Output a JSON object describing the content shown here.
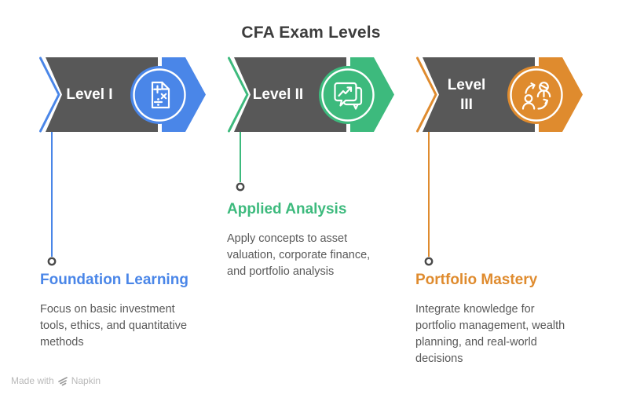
{
  "title": "CFA Exam Levels",
  "levels": [
    {
      "label": "Level I",
      "heading": "Foundation Learning",
      "body": "Focus on basic investment\ntools, ethics, and quantitative\nmethods",
      "accent_color": "#4A86E8",
      "icon": "math-document-icon"
    },
    {
      "label": "Level II",
      "heading": "Applied Analysis",
      "body": "Apply concepts to asset\nvaluation, corporate finance,\nand portfolio analysis",
      "accent_color": "#3DBA7D",
      "icon": "chat-trend-icon"
    },
    {
      "label": "Level\nIII",
      "heading": "Portfolio Mastery",
      "body": "Integrate knowledge for\nportfolio management, wealth\nplanning, and real-world\ndecisions",
      "accent_color": "#DF8B2E",
      "icon": "people-exchange-icon"
    }
  ],
  "colors": {
    "arrow_body_gray": "#585858",
    "title_text": "#3D3D3D",
    "body_text": "#595959",
    "connector_dot_stroke": "#4A4A4A",
    "watermark_text": "#B9B9B9",
    "level1_accent": "#4A86E8",
    "level2_accent": "#3DBA7D",
    "level3_accent": "#DF8B2E"
  },
  "footer": {
    "made_with": "Made with",
    "brand": "Napkin"
  }
}
